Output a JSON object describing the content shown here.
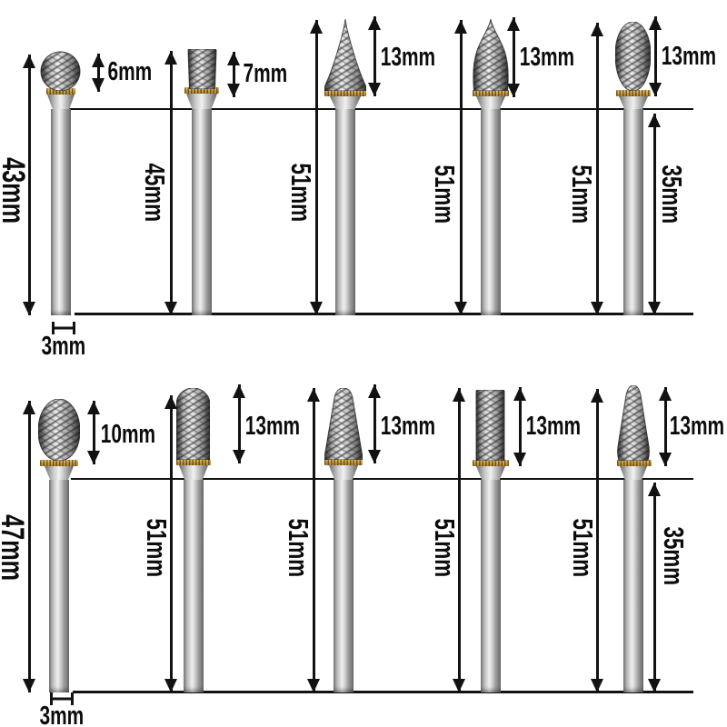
{
  "colors": {
    "line": "#121212",
    "gold_band": "#c9a23f",
    "steel_light": "#efefef",
    "steel_dark": "#6f6f6f",
    "background": "#ffffff"
  },
  "rows": [
    {
      "name": "top row",
      "shank_dia_label": "3mm",
      "bits": [
        {
          "shape": "ball",
          "head_label": "6mm",
          "total_label": "43mm"
        },
        {
          "shape": "inverted-cone cylinder",
          "head_label": "7mm",
          "total_label": "45mm"
        },
        {
          "shape": "pointed cone",
          "head_label": "13mm",
          "total_label": "51mm"
        },
        {
          "shape": "pointed flame",
          "head_label": "13mm",
          "total_label": "51mm"
        },
        {
          "shape": "oval",
          "head_label": "13mm",
          "total_label": "51mm",
          "shank_label": "35mm"
        }
      ]
    },
    {
      "name": "bottom row",
      "shank_dia_label": "3mm",
      "bits": [
        {
          "shape": "egg oval",
          "head_label": "10mm",
          "total_label": "47mm"
        },
        {
          "shape": "round-nose cylinder",
          "head_label": "13mm",
          "total_label": "51mm"
        },
        {
          "shape": "round-nose taper",
          "head_label": "13mm",
          "total_label": "51mm"
        },
        {
          "shape": "flat-end cylinder",
          "head_label": "13mm",
          "total_label": "51mm"
        },
        {
          "shape": "round-nose taper flame",
          "head_label": "13mm",
          "total_label": "51mm",
          "shank_label": "35mm"
        }
      ]
    }
  ]
}
